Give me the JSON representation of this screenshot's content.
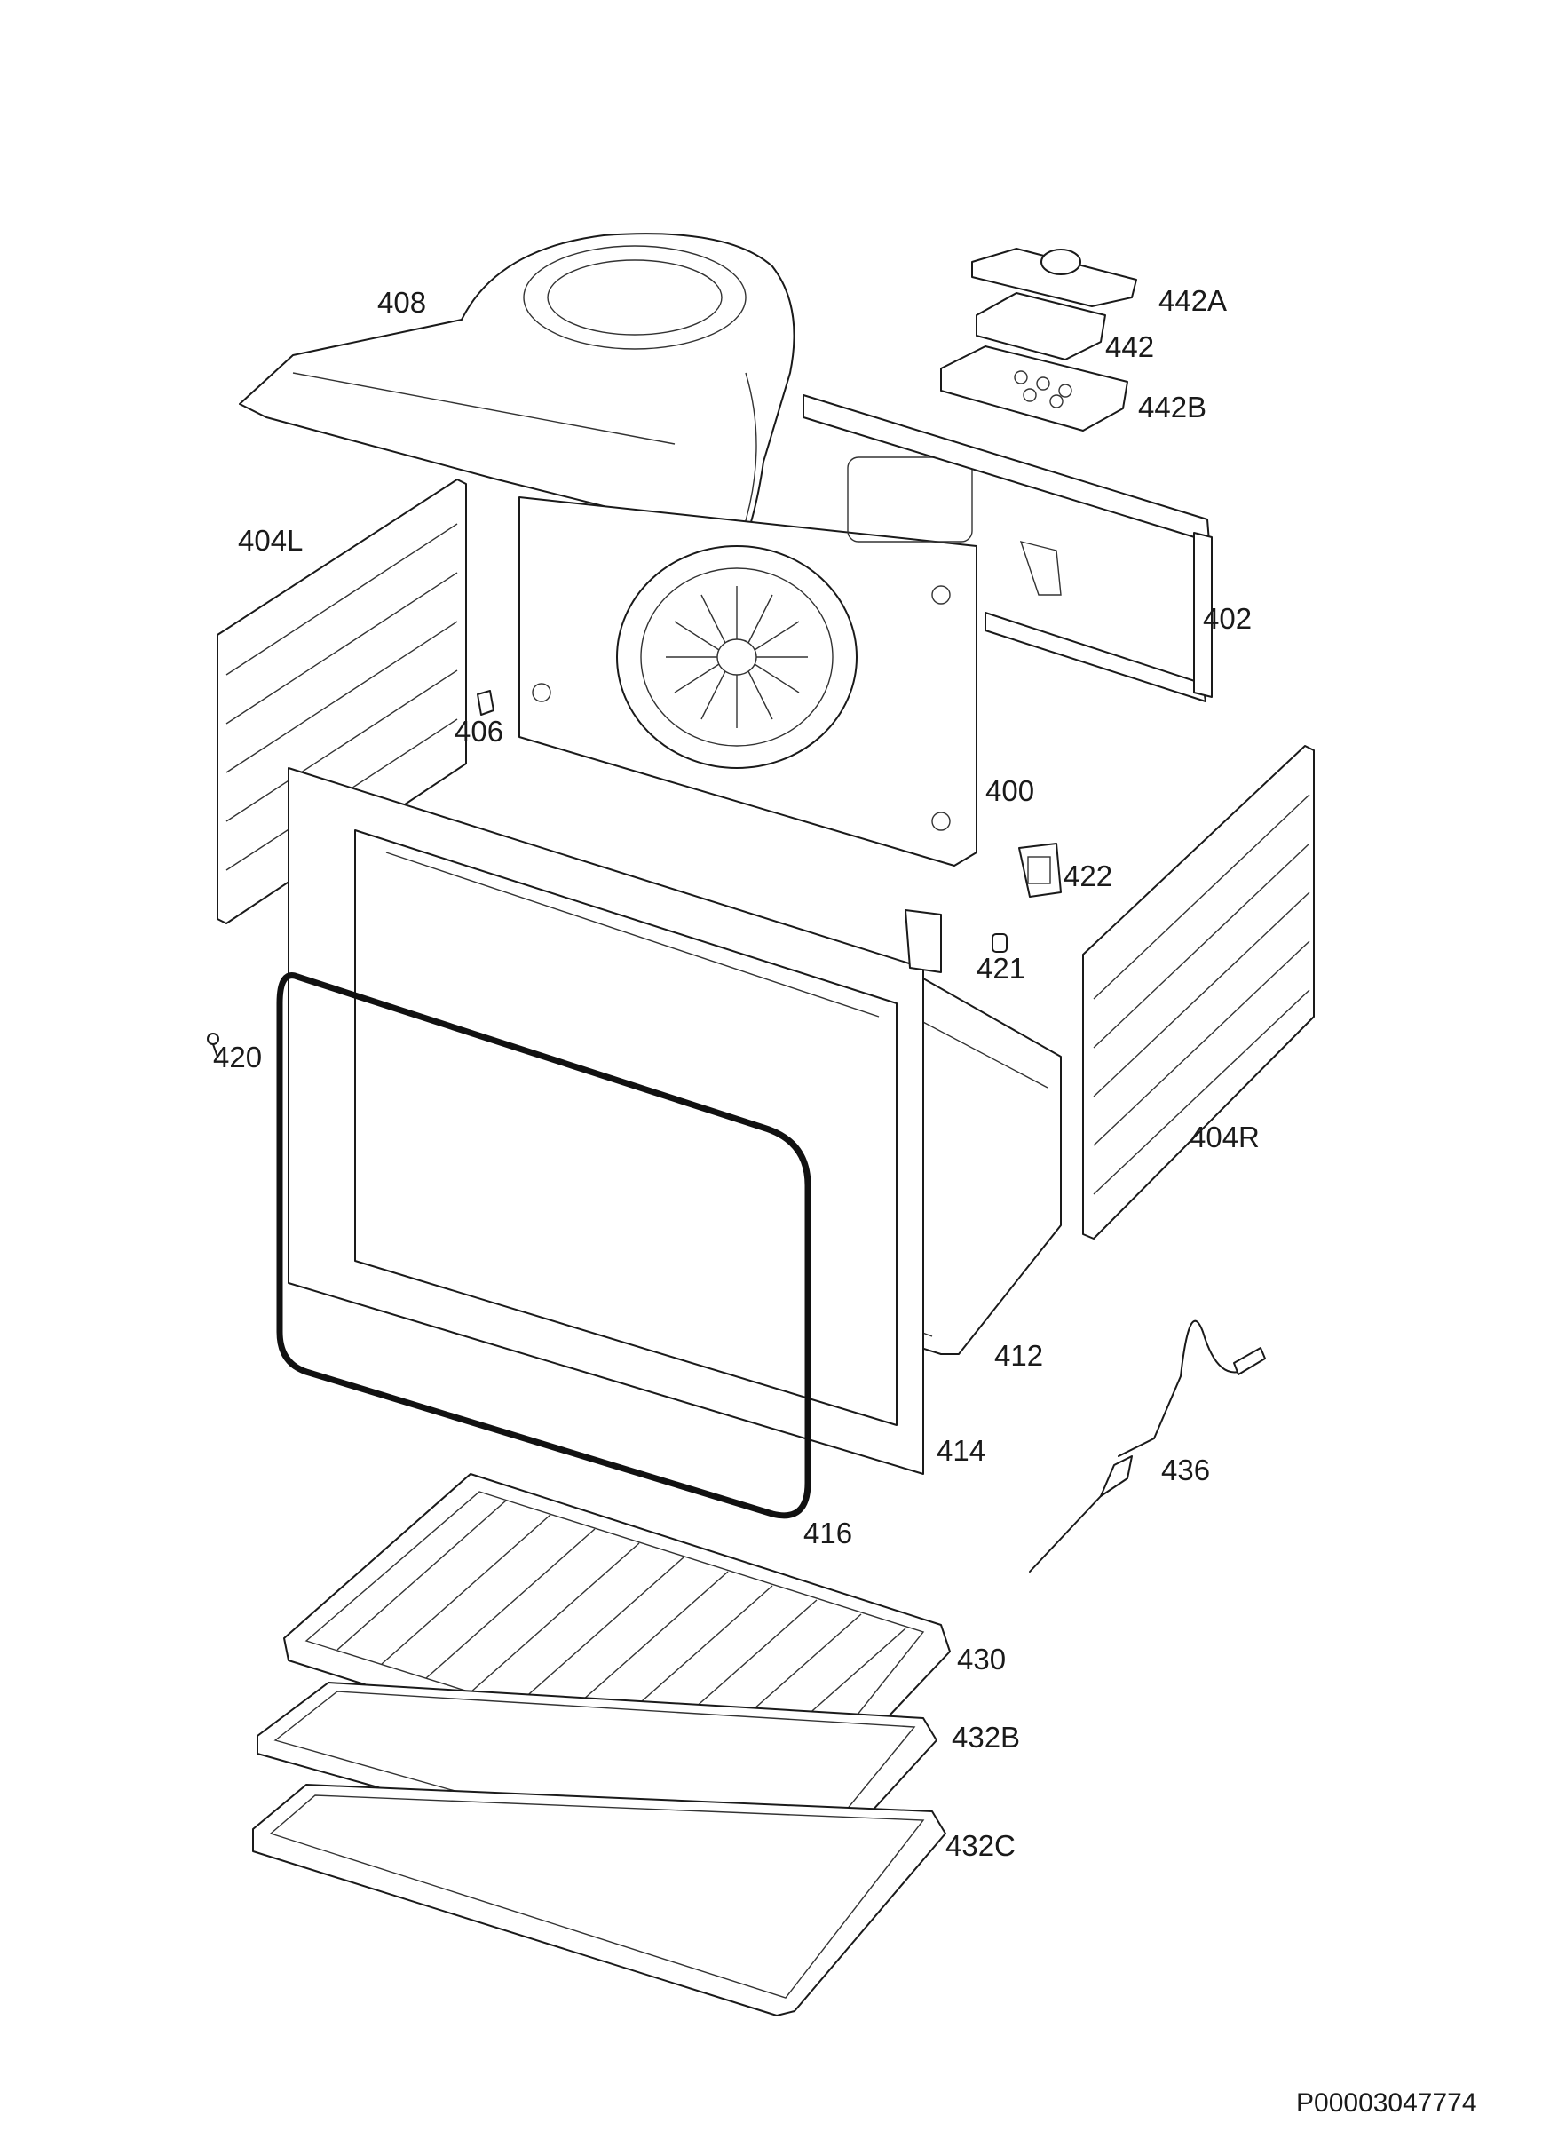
{
  "callouts": {
    "408": "408",
    "442A": "442A",
    "442": "442",
    "442B": "442B",
    "404L": "404L",
    "402": "402",
    "406": "406",
    "400": "400",
    "422": "422",
    "421": "421",
    "420": "420",
    "404R": "404R",
    "412": "412",
    "414": "414",
    "436": "436",
    "416": "416",
    "430": "430",
    "432B": "432B",
    "432C": "432C"
  },
  "reference": "P00003047774"
}
